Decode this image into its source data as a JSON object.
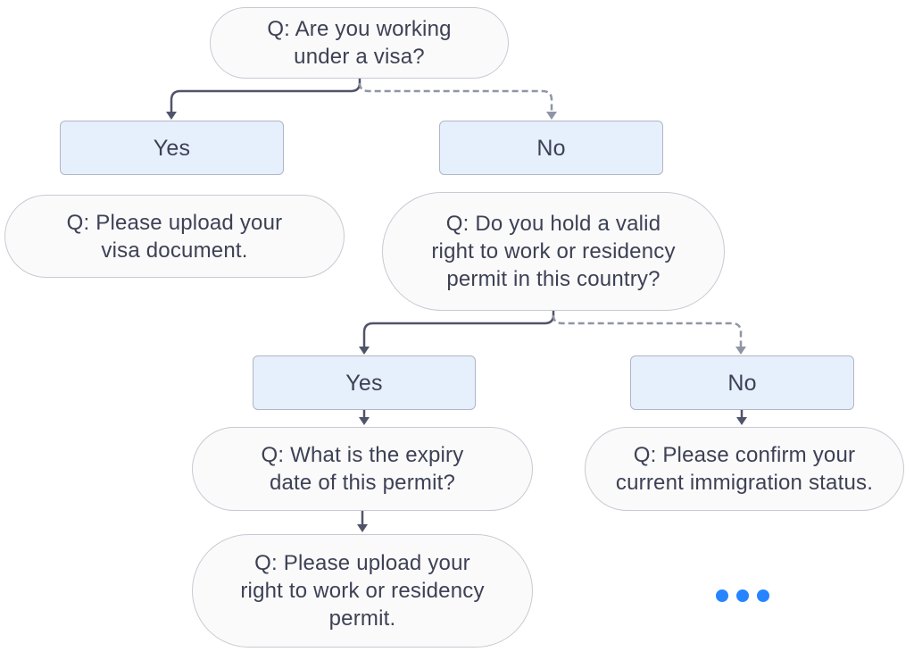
{
  "flowchart": {
    "nodes": {
      "root_question": {
        "label": "Q: Are you working\nunder a visa?",
        "type": "question"
      },
      "branch1_yes": {
        "label": "Yes",
        "type": "answer"
      },
      "branch1_no": {
        "label": "No",
        "type": "answer"
      },
      "upload_visa": {
        "label": "Q: Please upload your\nvisa document.",
        "type": "question"
      },
      "right_to_work": {
        "label": "Q: Do you hold a valid\nright to work or residency\npermit in this country?",
        "type": "question"
      },
      "branch2_yes": {
        "label": "Yes",
        "type": "answer"
      },
      "branch2_no": {
        "label": "No",
        "type": "answer"
      },
      "expiry_date": {
        "label": "Q: What is the expiry\ndate of this permit?",
        "type": "question"
      },
      "upload_permit": {
        "label": "Q: Please upload your\nright to work or residency\npermit.",
        "type": "question"
      },
      "confirm_status": {
        "label": "Q: Please confirm your\ncurrent immigration status.",
        "type": "question"
      }
    },
    "edges": [
      {
        "from": "root_question",
        "to": "branch1_yes",
        "style": "solid-arrow"
      },
      {
        "from": "root_question",
        "to": "branch1_no",
        "style": "dashed-arrow"
      },
      {
        "from": "branch1_yes",
        "to": "upload_visa",
        "style": "adjacent"
      },
      {
        "from": "branch1_no",
        "to": "right_to_work",
        "style": "adjacent"
      },
      {
        "from": "right_to_work",
        "to": "branch2_yes",
        "style": "solid-arrow"
      },
      {
        "from": "right_to_work",
        "to": "branch2_no",
        "style": "dashed-arrow"
      },
      {
        "from": "branch2_yes",
        "to": "expiry_date",
        "style": "solid-arrow"
      },
      {
        "from": "expiry_date",
        "to": "upload_permit",
        "style": "solid-arrow"
      },
      {
        "from": "branch2_no",
        "to": "confirm_status",
        "style": "solid-arrow"
      }
    ],
    "ellipsis": {
      "icon": "more-dots",
      "count": 3
    },
    "colors": {
      "question_fill": "#fafafa",
      "question_border": "#c8cad4",
      "answer_fill": "#e6effc",
      "answer_border": "#b1b6c4",
      "text": "#3d4155",
      "connector_solid": "#50546a",
      "connector_dashed": "#9095a6",
      "ellipsis_dots": "#2684ff"
    }
  }
}
